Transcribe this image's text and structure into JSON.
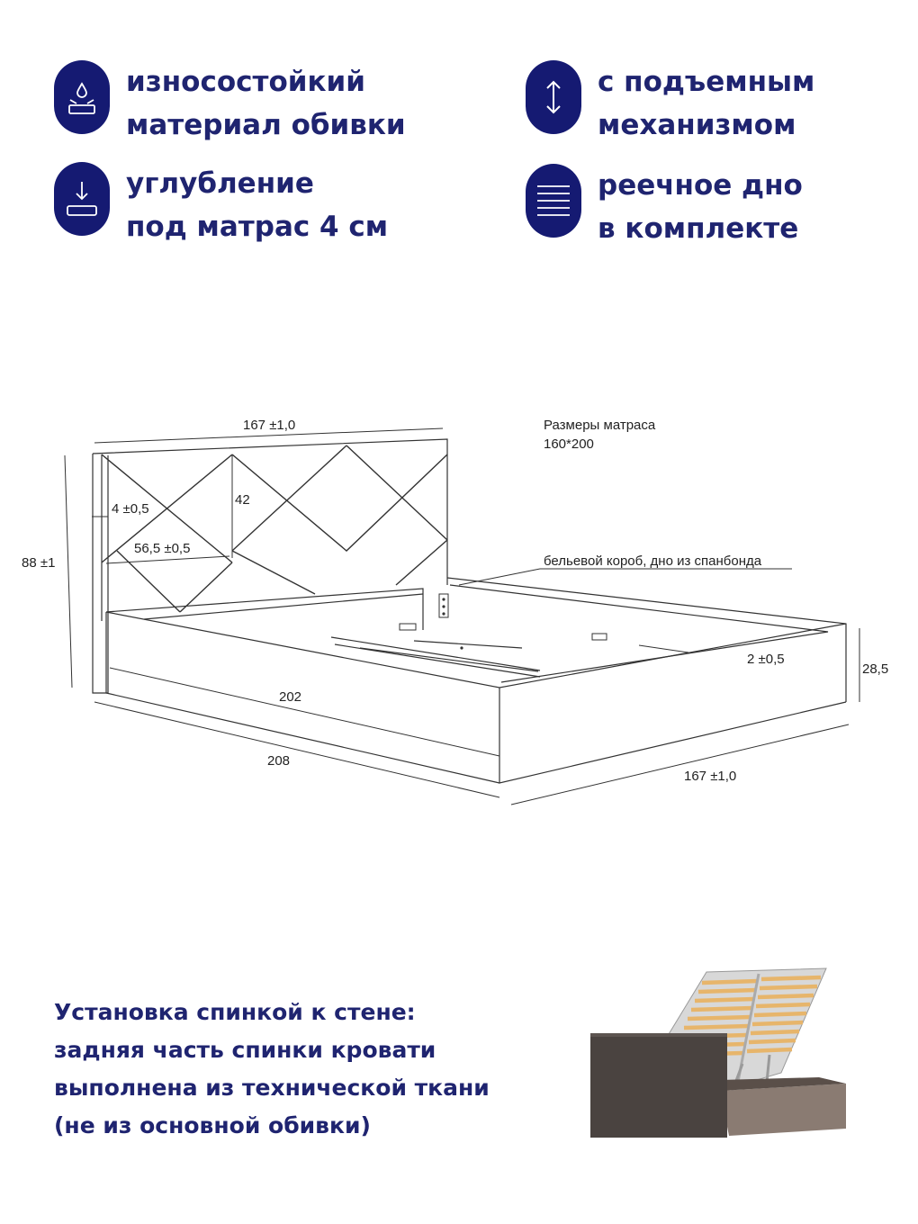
{
  "features": [
    {
      "icon": "fabric-drop-icon",
      "lines": [
        "износостойкий",
        "материал обивки"
      ]
    },
    {
      "icon": "up-down-arrow-icon",
      "lines": [
        "с подъемным",
        "механизмом"
      ]
    },
    {
      "icon": "download-tray-icon",
      "lines": [
        "углубление",
        "под матрас 4 см"
      ]
    },
    {
      "icon": "slats-lines-icon",
      "lines": [
        "реечное дно",
        "в комплекте"
      ]
    }
  ],
  "drawing": {
    "mattress_title": "Размеры матраса",
    "mattress_size": "160*200",
    "storage_note": "бельевой короб, дно из спанбонда",
    "dims": {
      "top_width": "167 ±1,0",
      "height": "88 ±1",
      "head_thickness": "4 ±0,5",
      "rhomb_height": "42",
      "rhomb_width": "56,5 ±0,5",
      "inner_length": "202",
      "outer_length": "208",
      "frame_width": "167 ±1,0",
      "frame_height": "28,5",
      "side_thickness": "2 ±0,5"
    }
  },
  "install_note": [
    "Установка спинкой к стене:",
    "задняя часть спинки кровати",
    "выполнена из технической ткани",
    "(не из основной обивки)"
  ],
  "colors": {
    "brand": "#151a72",
    "bed_fabric": "#4a4340",
    "slats": "#e7b56b",
    "frame_metal": "#b8b8b8"
  }
}
